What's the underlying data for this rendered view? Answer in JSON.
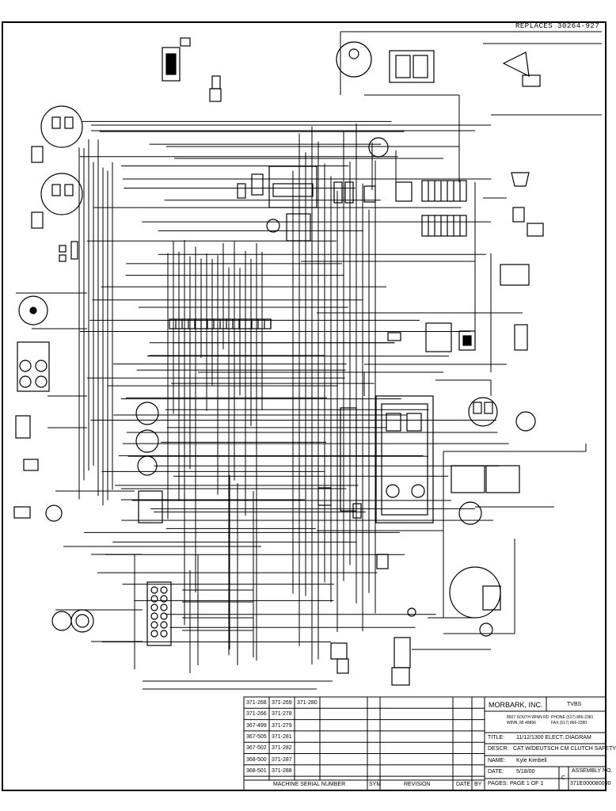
{
  "header": {
    "replaces": "REPLACES 30264-927"
  },
  "serial_table": {
    "rows": [
      [
        "371-268",
        "371-269",
        "371-280"
      ],
      [
        "371-266",
        "371-278",
        ""
      ],
      [
        "367-499",
        "371-279",
        ""
      ],
      [
        "367-505",
        "371-281",
        ""
      ],
      [
        "367-502",
        "371-282",
        ""
      ],
      [
        "368-500",
        "371-287",
        ""
      ],
      [
        "368-501",
        "371-288",
        ""
      ]
    ],
    "footer": "MACHINE SERIAL NUMBER"
  },
  "revision_table": {
    "col_sym": "SYM",
    "col_revision": "REVISION",
    "col_date": "DATE",
    "col_by": "BY"
  },
  "title_block": {
    "company": "MORBARK, INC.",
    "code": "TVBS",
    "address_line1": "8507 SOUTH WINN RD",
    "address_line2": "WINN, MI 48896",
    "phone": "PHONE (517) 866-2381",
    "fax": "FAX (517) 866-2280",
    "title_label": "TITLE:",
    "title_value": "11/12/1300 ELECT. DIAGRAM",
    "descr_label": "DESCR:",
    "descr_value": "CAT W/DEUTSCH CM CLUTCH SAFETY",
    "name_label": "NAME:",
    "name_value": "Kyle Kimbell",
    "date_label": "DATE:",
    "date_value": "5/18/00",
    "pages_label": "PAGES:",
    "pages_value": "PAGE 1 OF 1",
    "size": "C",
    "assembly_label": "ASSEMBLY NO.",
    "assembly_value": "371E000080000"
  }
}
